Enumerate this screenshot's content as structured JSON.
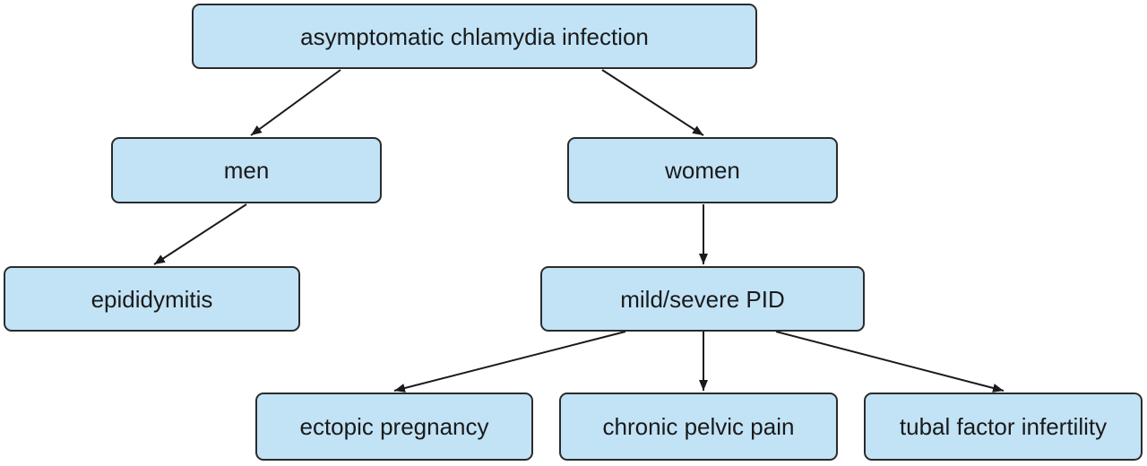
{
  "diagram": {
    "type": "flowchart",
    "node_fill": "#c2e3f6",
    "node_border": "#2b2b2b",
    "edge_color": "#1a1a1a",
    "nodes": {
      "root": "asymptomatic chlamydia infection",
      "men": "men",
      "women": "women",
      "epididymitis": "epididymitis",
      "pid": "mild/severe PID",
      "ectopic": "ectopic pregnancy",
      "pelvic": "chronic pelvic pain",
      "tubal": "tubal factor infertility"
    },
    "edges": [
      {
        "from": "root",
        "to": "men"
      },
      {
        "from": "root",
        "to": "women"
      },
      {
        "from": "men",
        "to": "epididymitis"
      },
      {
        "from": "women",
        "to": "pid"
      },
      {
        "from": "pid",
        "to": "ectopic"
      },
      {
        "from": "pid",
        "to": "pelvic"
      },
      {
        "from": "pid",
        "to": "tubal"
      }
    ]
  }
}
